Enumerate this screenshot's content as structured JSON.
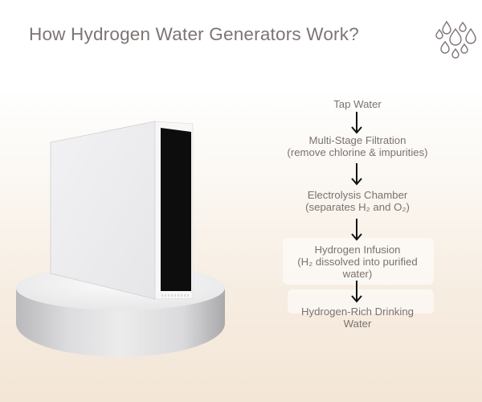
{
  "title": "How Hydrogen Water Generators Work?",
  "icons": {
    "title_icon": "water-drops-icon",
    "arrow": "down-arrow-icon"
  },
  "colors": {
    "title_text": "#7d7473",
    "step_text": "#7a7271",
    "arrow": "#111111",
    "background_top": "#ffffff",
    "background_bottom": "#f3e6d6",
    "device_front_panel": "#0d0d0d",
    "device_body": "#ececee"
  },
  "flow": {
    "steps": [
      {
        "line1": "Tap Water",
        "line2": ""
      },
      {
        "line1": "Multi-Stage Filtration",
        "line2": "(remove chlorine & impurities)"
      },
      {
        "line1": "Electrolysis Chamber",
        "line2": "(separates H₂ and O₂)"
      },
      {
        "line1": "Hydrogen Infusion",
        "line2": "(H₂ dissolved into purified",
        "line3": "water)"
      },
      {
        "line1": "Hydrogen-Rich Drinking",
        "line2": "Water"
      }
    ]
  },
  "illustration": {
    "label": "hydrogen-water-generator-on-pedestal"
  }
}
